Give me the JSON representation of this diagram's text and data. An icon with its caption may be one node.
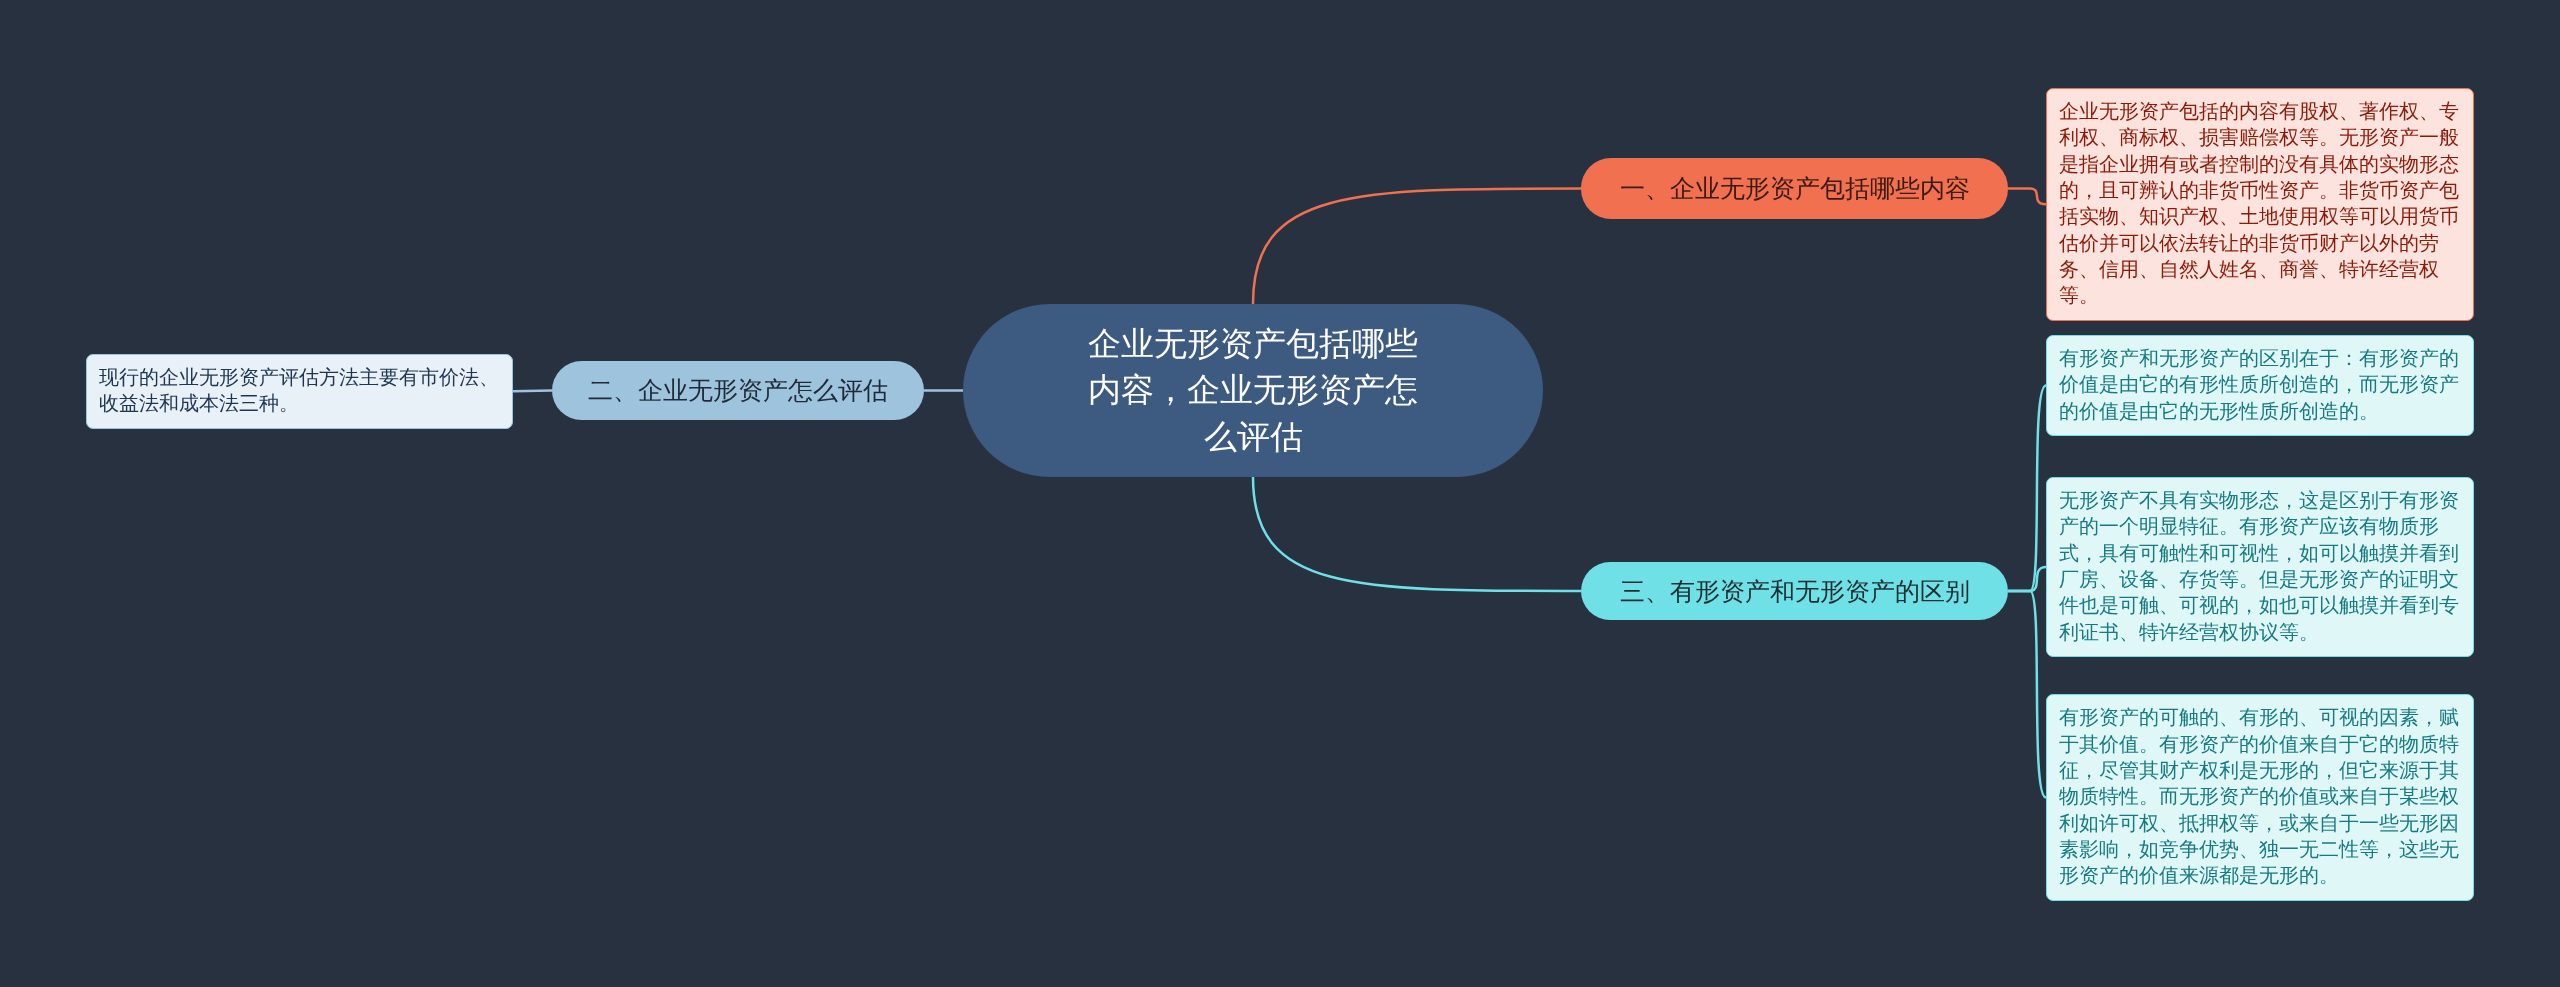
{
  "diagram": {
    "nodes": [
      {
        "text": [
          "企业无形资产包括哪些内容，企业无形资产怎么评估"
        ]
      },
      {
        "text": [
          "一、企业无形资产包括哪些内容"
        ]
      },
      {
        "text": [
          "企业无形资产包括的内容有股权、著作权、专利权、商标权、损害赔偿权等。无形资产一般是指企业拥有或者控制的没有具体的实物形态的，且可辨认的非货币性资产。非货币资产包括实物、知识产权、土地使用权等可以用货币估价并可以依法转让的非货币财产以外的劳务、信用、自然人姓名、商誉、特许经营权等。"
        ]
      },
      {
        "text": [
          "二、企业无形资产怎么评估"
        ]
      },
      {
        "text": [
          "现行的企业无形资产评估方法主要有市价法、收益法和成本法三种。"
        ]
      },
      {
        "text": [
          "三、有形资产和无形资产的区别"
        ]
      },
      {
        "text": [
          "有形资产和无形资产的区别在于：有形资产的价值是由它的有形性质所创造的，而无形资产的价值是由它的无形性质所创造的。"
        ]
      },
      {
        "text": [
          "无形资产不具有实物形态，这是区别于有形资产的一个明显特征。有形资产应该有物质形式，具有可触性和可视性，如可以触摸并看到厂房、设备、存货等。但是无形资产的证明文件也是可触、可视的，如也可以触摸并看到专利证书、特许经营权协议等。"
        ]
      },
      {
        "text": [
          "有形资产的可触的、有形的、可视的因素，赋于其价值。有形资产的价值来自于它的物质特征，尽管其财产权利是无形的，但它来源于其物质特性。而无形资产的价值或来自于某些权利如许可权、抵押权等，或来自于一些无形因素影响，如竞争优势、独一无二性等，这些无形资产的价值来源都是无形的。"
        ]
      }
    ],
    "edges": [
      {
        "from": 0,
        "to": 1,
        "arrow": "none",
        "color": "#f0704f"
      },
      {
        "from": 1,
        "to": 2,
        "arrow": "none",
        "color": "#f0704f"
      },
      {
        "from": 0,
        "to": 3,
        "arrow": "none",
        "color": "#9ec3dd"
      },
      {
        "from": 3,
        "to": 4,
        "arrow": "none",
        "color": "#9ec3dd"
      },
      {
        "from": 0,
        "to": 5,
        "arrow": "none",
        "color": "#6fe0e6"
      },
      {
        "from": 5,
        "to": 6,
        "arrow": "none",
        "color": "#6fe0e6"
      },
      {
        "from": 5,
        "to": 7,
        "arrow": "none",
        "color": "#6fe0e6"
      },
      {
        "from": 5,
        "to": 8,
        "arrow": "none",
        "color": "#6fe0e6"
      }
    ]
  }
}
